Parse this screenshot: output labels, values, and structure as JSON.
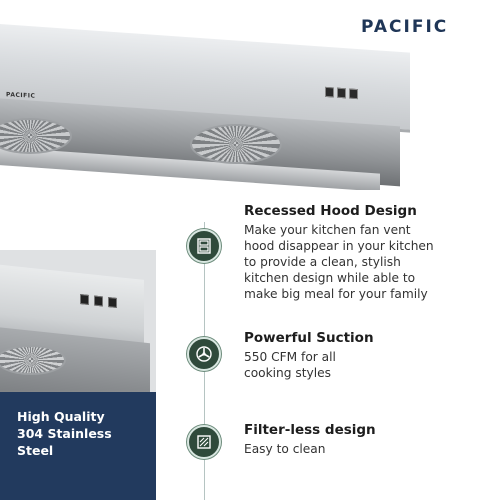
{
  "brand": "PACIFIC",
  "hood_logo": "PACIFIC",
  "quality": {
    "lines": [
      "High Quality",
      "304 Stainless",
      "Steel"
    ]
  },
  "features": [
    {
      "icon": "hood-icon",
      "title": "Recessed Hood Design",
      "lines": [
        "Make your kitchen fan vent",
        "hood disappear in your kitchen",
        "to provide a clean, stylish",
        "kitchen design while able to",
        "make big meal for your family"
      ]
    },
    {
      "icon": "fan-icon",
      "title": "Powerful Suction",
      "lines": [
        "550 CFM for all",
        "cooking styles"
      ]
    },
    {
      "icon": "filter-icon",
      "title": "Filter-less design",
      "lines": [
        "Easy to clean"
      ]
    }
  ],
  "colors": {
    "navy": "#223a5e",
    "icon_green": "#2f4a3b",
    "timeline": "#b5c4c2"
  }
}
